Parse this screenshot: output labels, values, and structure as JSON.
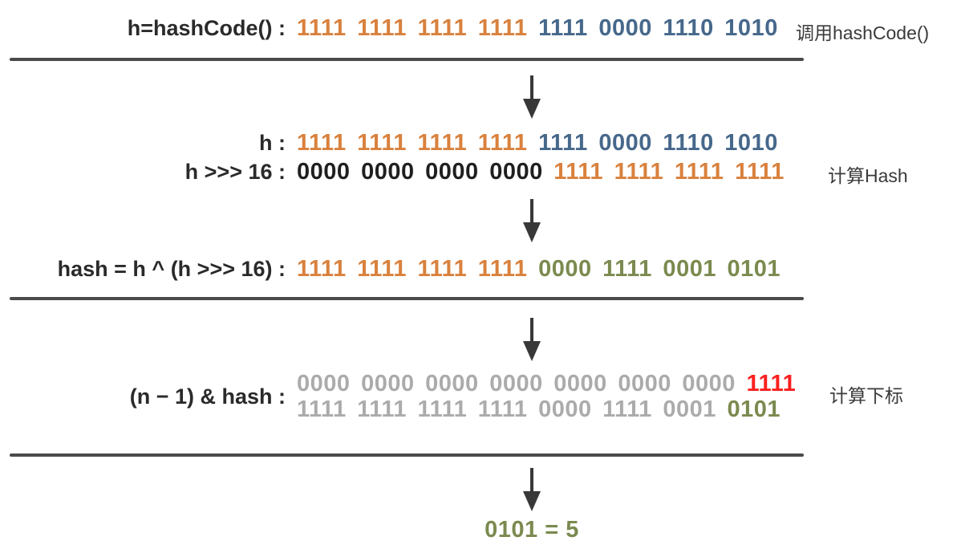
{
  "colors": {
    "orange": "#d9813d",
    "blue": "#46688b",
    "olive": "#7b8a4f",
    "red": "#fb1f1f",
    "gray": "#ababab",
    "black": "#1f1f1f"
  },
  "rows": {
    "hashcode": {
      "label": "h=hashCode() :",
      "seg1": "1111 1111 1111 1111",
      "seg2": "1111 0000 1110 1010"
    },
    "h": {
      "label": "h :",
      "seg1": "1111 1111 1111 1111",
      "seg2": "1111 0000 1110 1010"
    },
    "hshift": {
      "label": "h >>> 16 :",
      "seg1": "0000 0000 0000 0000",
      "seg2": "1111 1111 1111 1111"
    },
    "hash": {
      "label": "hash = h ^ (h >>> 16) :",
      "seg1": "1111 1111 1111 1111",
      "seg2": "0000 1111 0001 0101"
    },
    "index": {
      "label": "(n − 1) & hash :",
      "line1_seg1": "0000 0000 0000 0000 0000 0000 0000",
      "line1_seg2": "1111",
      "line2_seg1": "1111 1111 1111 1111 0000 1111 0001",
      "line2_seg2": "0101"
    }
  },
  "side_labels": {
    "step1": "调用hashCode()",
    "step2": "计算Hash",
    "step3": "计算下标"
  },
  "result": "0101 = 5"
}
